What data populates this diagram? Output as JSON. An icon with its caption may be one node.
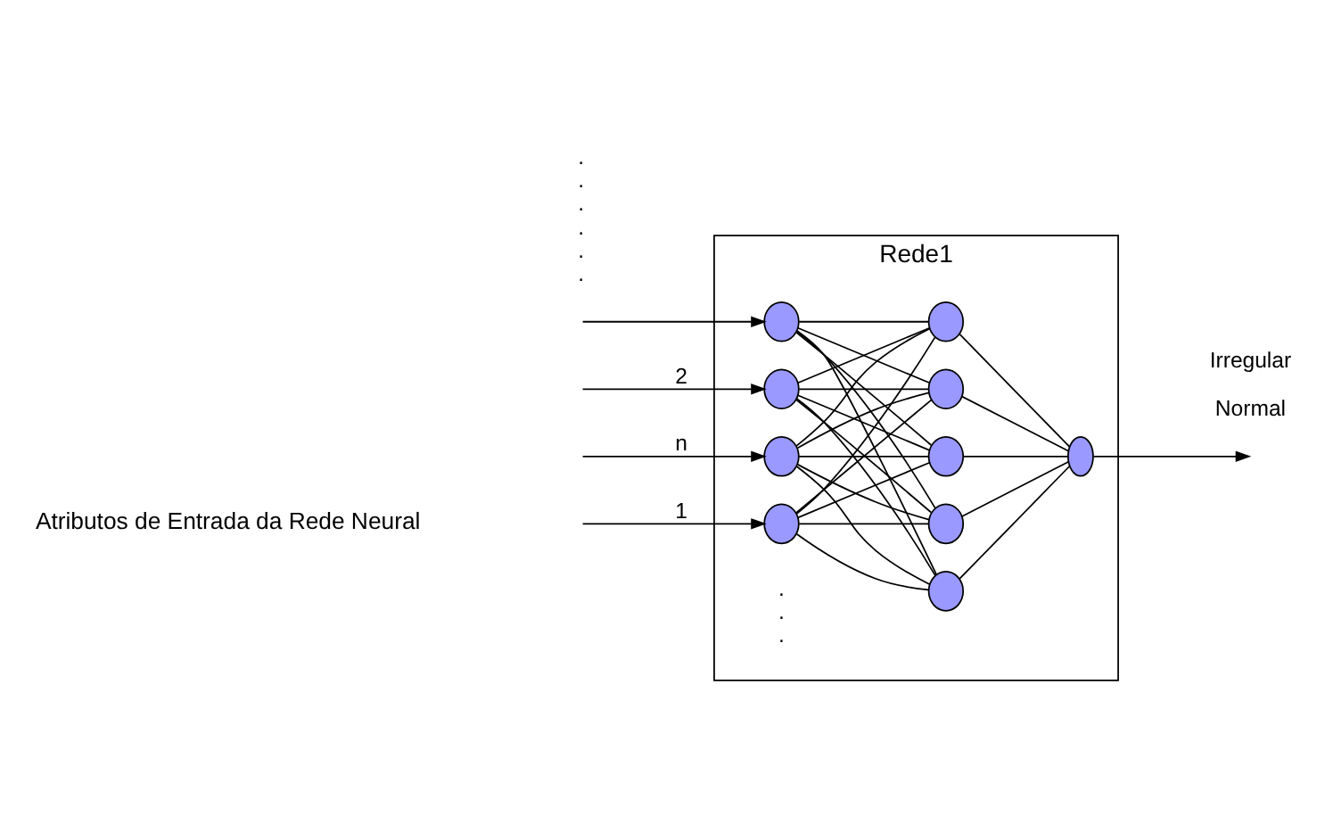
{
  "diagram": {
    "nodes": [
      {
        "text": [
          "Rede1"
        ]
      },
      {
        "text": [],
        "shape": "circle",
        "in": 0
      },
      {
        "text": [],
        "shape": "circle",
        "in": 0
      },
      {
        "text": [],
        "shape": "circle",
        "in": 0
      },
      {
        "text": [],
        "shape": "circle",
        "in": 0
      },
      {
        "text": [],
        "shape": "circle",
        "in": 0
      },
      {
        "text": [],
        "shape": "circle",
        "in": 0
      },
      {
        "text": [],
        "shape": "circle",
        "in": 0
      },
      {
        "text": [],
        "shape": "circle",
        "in": 0
      },
      {
        "text": [],
        "shape": "circle",
        "in": 0
      },
      {
        "text": [],
        "shape": "circle",
        "in": 0
      }
    ],
    "edges": [
      {
        "from": null,
        "to": 1,
        "arrow": "to",
        "label": "1"
      },
      {
        "from": null,
        "to": 2,
        "arrow": "to",
        "label": "2"
      },
      {
        "from": null,
        "to": 3,
        "arrow": "to"
      },
      {
        "from": null,
        "to": 4,
        "arrow": "to",
        "label": "n"
      },
      {
        "from": 1,
        "to": 5,
        "arrow": "none"
      },
      {
        "from": 1,
        "to": 6,
        "arrow": "none"
      },
      {
        "from": 1,
        "to": 7,
        "arrow": "none"
      },
      {
        "from": 1,
        "to": 8,
        "arrow": "none"
      },
      {
        "from": 1,
        "to": 9,
        "arrow": "none"
      },
      {
        "from": 2,
        "to": 5,
        "arrow": "none"
      },
      {
        "from": 2,
        "to": 6,
        "arrow": "none"
      },
      {
        "from": 2,
        "to": 7,
        "arrow": "none"
      },
      {
        "from": 2,
        "to": 8,
        "arrow": "none"
      },
      {
        "from": 2,
        "to": 9,
        "arrow": "none"
      },
      {
        "from": 3,
        "to": 5,
        "arrow": "none"
      },
      {
        "from": 3,
        "to": 6,
        "arrow": "none"
      },
      {
        "from": 3,
        "to": 7,
        "arrow": "none"
      },
      {
        "from": 3,
        "to": 8,
        "arrow": "none"
      },
      {
        "from": 3,
        "to": 9,
        "arrow": "none"
      },
      {
        "from": 4,
        "to": 5,
        "arrow": "none"
      },
      {
        "from": 4,
        "to": 6,
        "arrow": "none"
      },
      {
        "from": 4,
        "to": 7,
        "arrow": "none"
      },
      {
        "from": 4,
        "to": 8,
        "arrow": "none"
      },
      {
        "from": 4,
        "to": 9,
        "arrow": "none"
      },
      {
        "from": 5,
        "to": 10,
        "arrow": "none"
      },
      {
        "from": 6,
        "to": 10,
        "arrow": "none"
      },
      {
        "from": 7,
        "to": 10,
        "arrow": "none"
      },
      {
        "from": 8,
        "to": 10,
        "arrow": "none"
      },
      {
        "from": 9,
        "to": 10,
        "arrow": "none"
      },
      {
        "from": 10,
        "to": null,
        "arrow": "to"
      }
    ],
    "labels": [
      "Atributos de Entrada da Rede Neural",
      ".",
      ".",
      ".",
      ".",
      ".",
      ".",
      ".",
      ".",
      ".",
      "Irregular",
      "Normal"
    ]
  }
}
